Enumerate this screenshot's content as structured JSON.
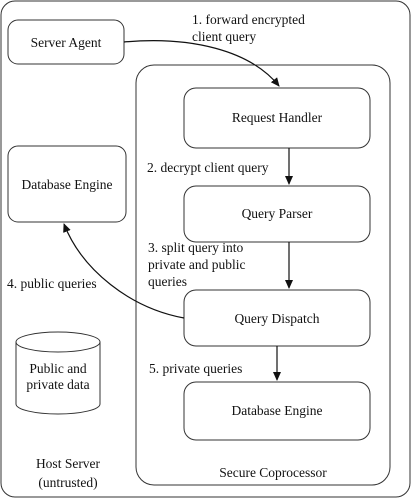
{
  "host_server": {
    "label_line1": "Host Server",
    "label_line2": "(untrusted)"
  },
  "secure_coprocessor": {
    "label": "Secure Coprocessor"
  },
  "nodes": {
    "server_agent": "Server Agent",
    "database_engine_host": "Database Engine",
    "request_handler": "Request Handler",
    "query_parser": "Query Parser",
    "query_dispatch": "Query Dispatch",
    "database_engine_secure": "Database Engine",
    "data_store_line1": "Public and",
    "data_store_line2": "private data"
  },
  "edges": {
    "e1_line1": "1. forward encrypted",
    "e1_line2": "client query",
    "e2": "2. decrypt client query",
    "e3_line1": "3. split query into",
    "e3_line2": "private and public",
    "e3_line3": "queries",
    "e4": "4. public queries",
    "e5": "5. private queries"
  }
}
